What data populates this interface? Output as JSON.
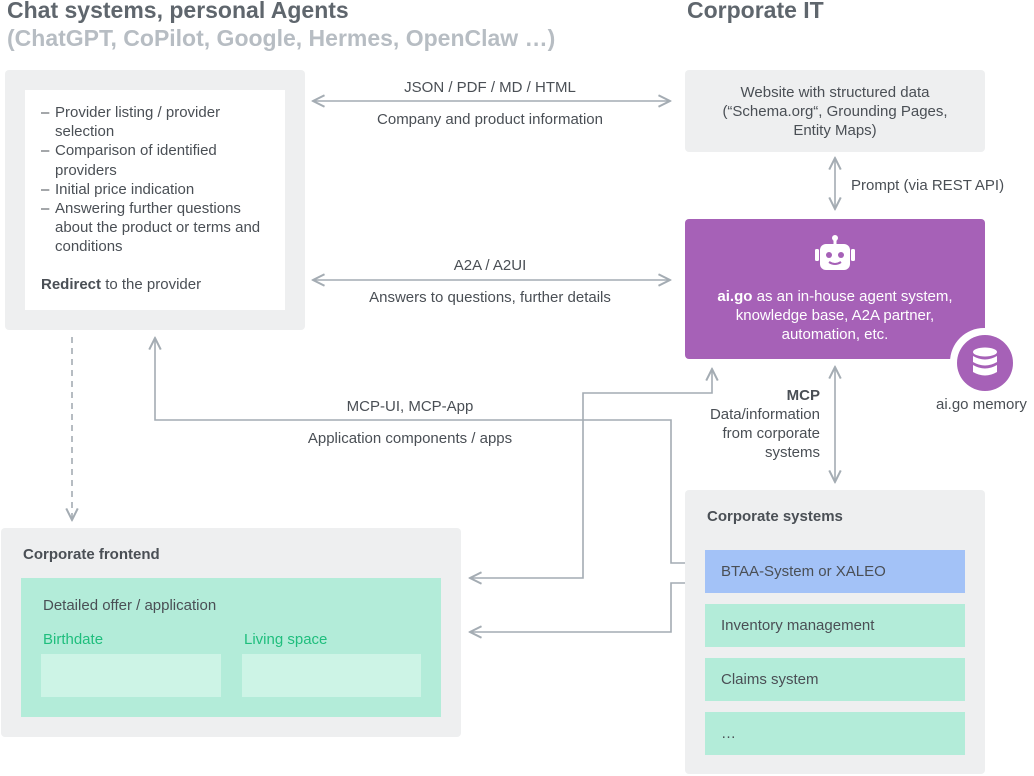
{
  "left_header": {
    "title": "Chat systems, personal Agents",
    "subtitle": "(ChatGPT, CoPilot, Google, Hermes, OpenClaw …)"
  },
  "right_header": {
    "title": "Corporate IT"
  },
  "chat_card": {
    "items": [
      "Provider listing / provider selection",
      "Comparison of identified providers",
      "Initial price indication",
      "Answering further questions about the product or terms and conditions"
    ],
    "redirect_bold": "Redirect",
    "redirect_rest": " to the provider"
  },
  "website_box": {
    "line1": "Website with structured data",
    "line2": "(“Schema.org“, Grounding Pages,",
    "line3": "Entity Maps)"
  },
  "arrows": {
    "json": {
      "top": "JSON / PDF / MD / HTML",
      "bottom": "Company and product information"
    },
    "a2a": {
      "top": "A2A / A2UI",
      "bottom": "Answers to questions, further details"
    },
    "prompt": "Prompt (via REST API)",
    "mcp_ui": {
      "top": "MCP-UI, MCP-App",
      "bottom": "Application components / apps"
    },
    "mcp": {
      "title": "MCP",
      "line1": "Data/information",
      "line2": "from corporate",
      "line3": "systems"
    }
  },
  "aigo_box": {
    "name": "ai.go",
    "line1_rest": " as an in-house agent system,",
    "line2": "knowledge base, A2A partner,",
    "line3": "automation, etc.",
    "memory_label": "ai.go memory",
    "icon": "robot-icon",
    "memory_icon": "database-icon"
  },
  "corporate_systems": {
    "title": "Corporate systems",
    "items": [
      "BTAA-System or XALEO",
      "Inventory management",
      "Claims system",
      "…"
    ]
  },
  "frontend": {
    "title": "Corporate frontend",
    "offer_title": "Detailed offer / application",
    "fields": [
      "Birthdate",
      "Living space"
    ]
  },
  "colors": {
    "purple": "#a661b7",
    "green": "#b3ecd9",
    "blue": "#a3c2f7",
    "field_label": "#1fbe7d",
    "panel": "#eeeff0",
    "arrow": "#a4acb3"
  }
}
